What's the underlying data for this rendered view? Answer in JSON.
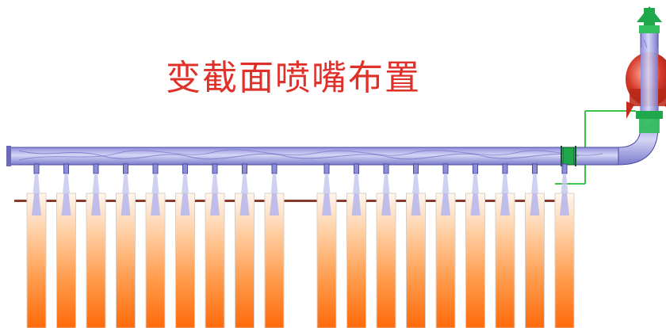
{
  "title": "变截面喷嘴布置",
  "colors": {
    "title_red": "#e0302a",
    "pipe_blue": "#b9b9ef",
    "pipe_edge": "#4a4aa0",
    "tube_orange": "#ff7a1a",
    "tube_top": "#fff0e4",
    "rail_brown": "#8a3a2a",
    "pump_red": "#d63a2a",
    "valve_green": "#1fa84a",
    "frame_green": "#3cc34a"
  },
  "nozzle_groups": [
    {
      "name": "left-group",
      "count": 9
    },
    {
      "name": "right-group",
      "count": 9
    }
  ],
  "icons": [
    "pump-icon",
    "valve-icon",
    "flow-arrow-icon"
  ]
}
